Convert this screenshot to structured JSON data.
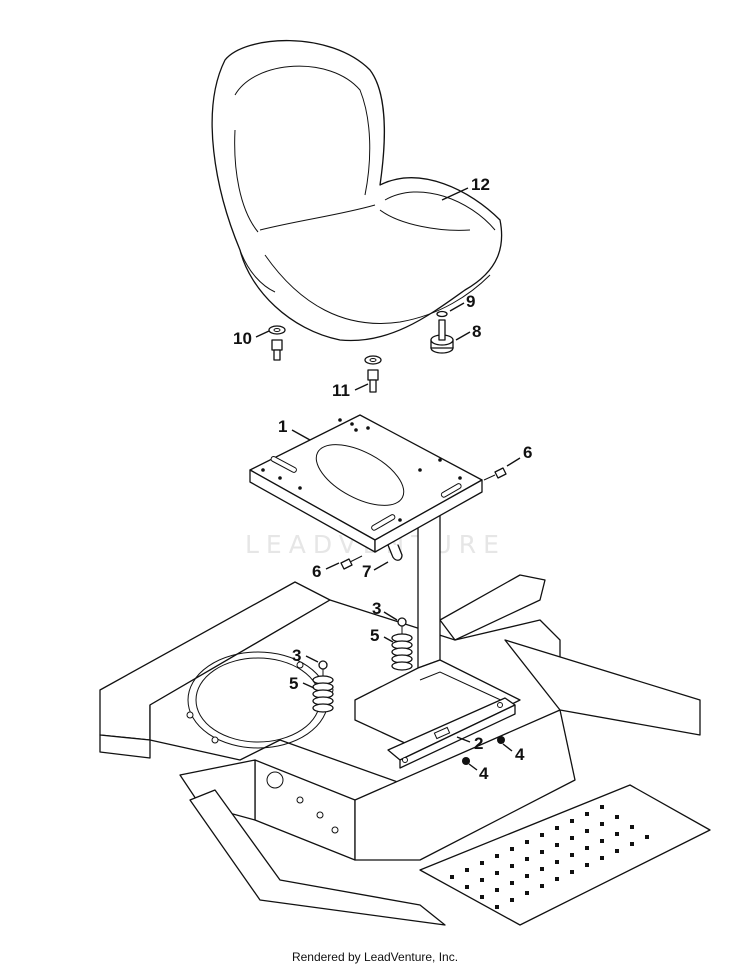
{
  "watermark": {
    "text": "LEADVENTURE"
  },
  "callouts": [
    "12",
    "9",
    "8",
    "10",
    "11",
    "1",
    "6",
    "6",
    "7",
    "3",
    "5",
    "3",
    "5",
    "2",
    "4",
    "4"
  ],
  "footer": {
    "text": "Rendered by LeadVenture, Inc."
  }
}
